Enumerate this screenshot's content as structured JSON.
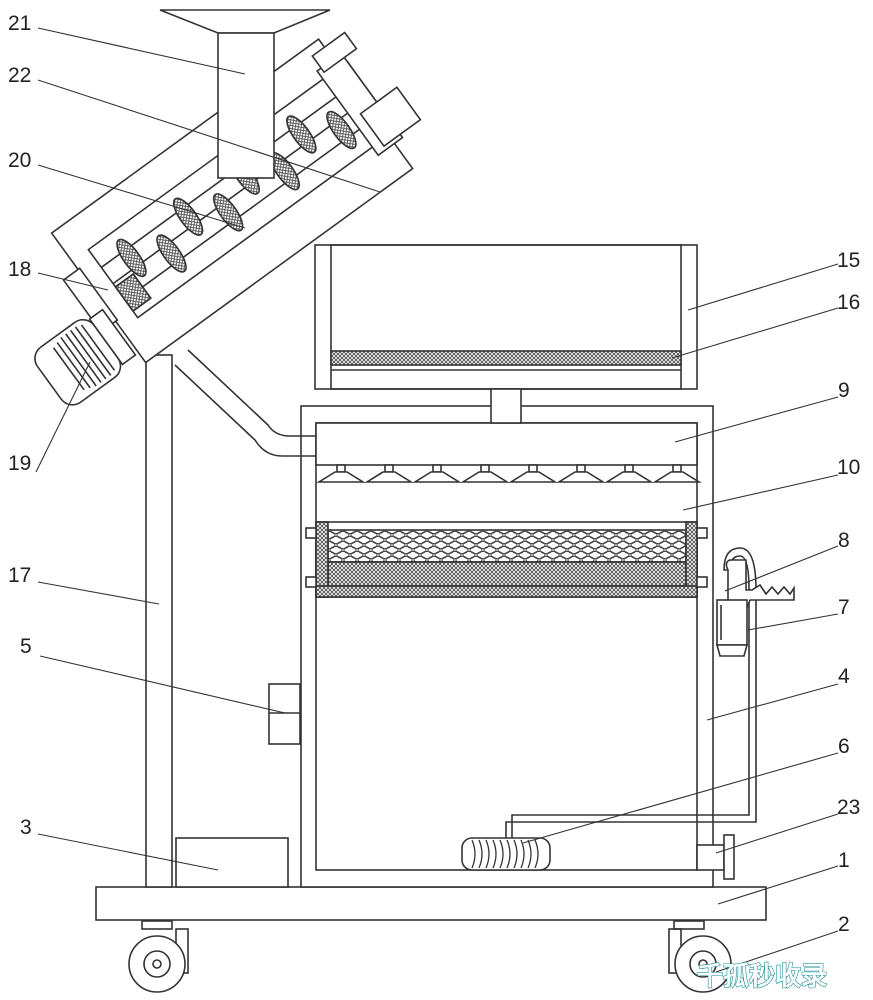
{
  "diagram": {
    "labels": [
      {
        "id": "l21",
        "text": "21"
      },
      {
        "id": "l22",
        "text": "22"
      },
      {
        "id": "l20",
        "text": "20"
      },
      {
        "id": "l18",
        "text": "18"
      },
      {
        "id": "l19",
        "text": "19"
      },
      {
        "id": "l17",
        "text": "17"
      },
      {
        "id": "l5",
        "text": "5"
      },
      {
        "id": "l3",
        "text": "3"
      },
      {
        "id": "l15",
        "text": "15"
      },
      {
        "id": "l16",
        "text": "16"
      },
      {
        "id": "l9",
        "text": "9"
      },
      {
        "id": "l10",
        "text": "10"
      },
      {
        "id": "l8",
        "text": "8"
      },
      {
        "id": "l7",
        "text": "7"
      },
      {
        "id": "l4",
        "text": "4"
      },
      {
        "id": "l6",
        "text": "6"
      },
      {
        "id": "l23",
        "text": "23"
      },
      {
        "id": "l1",
        "text": "1"
      },
      {
        "id": "l2",
        "text": "2"
      }
    ],
    "watermark": "千孤秒收录",
    "colors": {
      "line": "#333333",
      "hatch": "#555555",
      "watermark": "#1d8e9a"
    }
  }
}
